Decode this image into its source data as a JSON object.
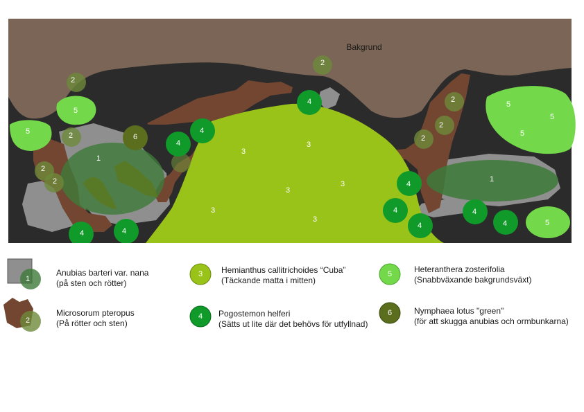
{
  "plan": {
    "background_label": "Bakgrund",
    "colors": {
      "water": "#2b2b2b",
      "background": "#7a6556",
      "wood": "#734631",
      "stone": "#8f8f8f",
      "anubias": "#3d7a3a",
      "microsorum": "#6d8a3a",
      "hemianthus": "#9ac31a",
      "pogostemon": "#0f9a2a",
      "heteranthera": "#74d94a",
      "nymphaea": "#5a6e1e"
    }
  },
  "legend": [
    {
      "number": "1",
      "name": "Anubias barteri var. nana",
      "note": "(på sten och rötter)",
      "swatch": "stone"
    },
    {
      "number": "2",
      "name": "Microsorum pteropus",
      "note": "(På rötter och sten)",
      "swatch": "wood"
    },
    {
      "number": "3",
      "name": "Hemianthus callitrichoides “Cuba”",
      "note": "(Täckande matta i mitten)"
    },
    {
      "number": "4",
      "name": "Pogostemon helferi",
      "note": "(Sätts ut lite där det behövs för utfyllnad)"
    },
    {
      "number": "5",
      "name": "Heteranthera zosterifolia",
      "note": "(Snabbväxande bakgrundsväxt)"
    },
    {
      "number": "6",
      "name": "Nymphaea lotus \"green\"",
      "note": "(för att skugga anubias och ormbunkarna)"
    }
  ]
}
